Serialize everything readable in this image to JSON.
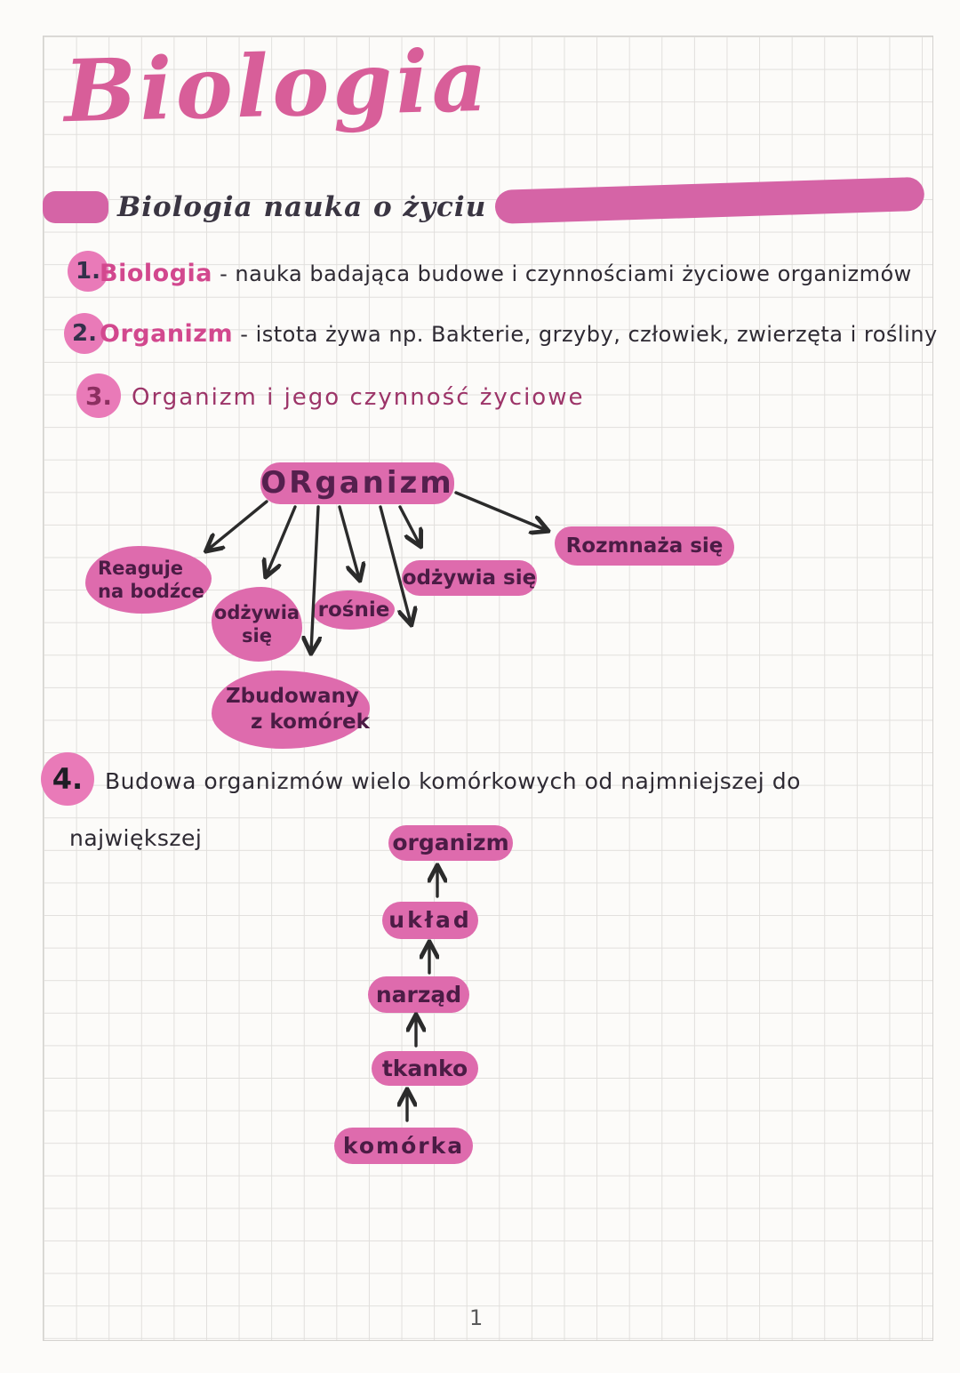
{
  "title": "Biologia",
  "section": {
    "header": "Biologia nauka o życiu"
  },
  "notes": {
    "n1": {
      "num": "1.",
      "term": "Biologia",
      "text": "- nauka badająca budowe i czynnościami życiowe organizmów"
    },
    "n2": {
      "num": "2.",
      "term": "Organizm",
      "text": "- istota żywa np. Bakterie, grzyby, człowiek, zwierzęta i rośliny"
    },
    "n3": {
      "num": "3.",
      "text": "Organizm i jego czynność życiowe"
    },
    "n4": {
      "num": "4.",
      "text_line1": "Budowa organizmów wielo komórkowych od najmniejszej do",
      "text_line2": "największej"
    }
  },
  "diagram": {
    "center": "ORganizm",
    "reaguje_line1": "Reaguje",
    "reaguje_line2": "na bodźce",
    "odzywia_left_line1": "odżywia",
    "odzywia_left_line2": "się",
    "rosnie": "rośnie",
    "odzywia_right": "odżywia się",
    "rozmnaza": "Rozmnaża się",
    "zbudowany_line1": "Zbudowany",
    "zbudowany_line2": "z komórek"
  },
  "hierarchy": {
    "levels": [
      "organizm",
      "układ",
      "narząd",
      "tkanko",
      "komórka"
    ]
  },
  "page_number": "1",
  "colors": {
    "highlight_pink": "#de6bad",
    "bar_pink": "#d564a6",
    "title_pink": "#d85e99",
    "term_pink": "#d2488e",
    "ink_black": "#2e2a33",
    "ink_maroon": "#9c3468",
    "blob_text": "#4b1c45",
    "grid_line": "#d8d6d3",
    "paper": "#fcfbf9"
  }
}
